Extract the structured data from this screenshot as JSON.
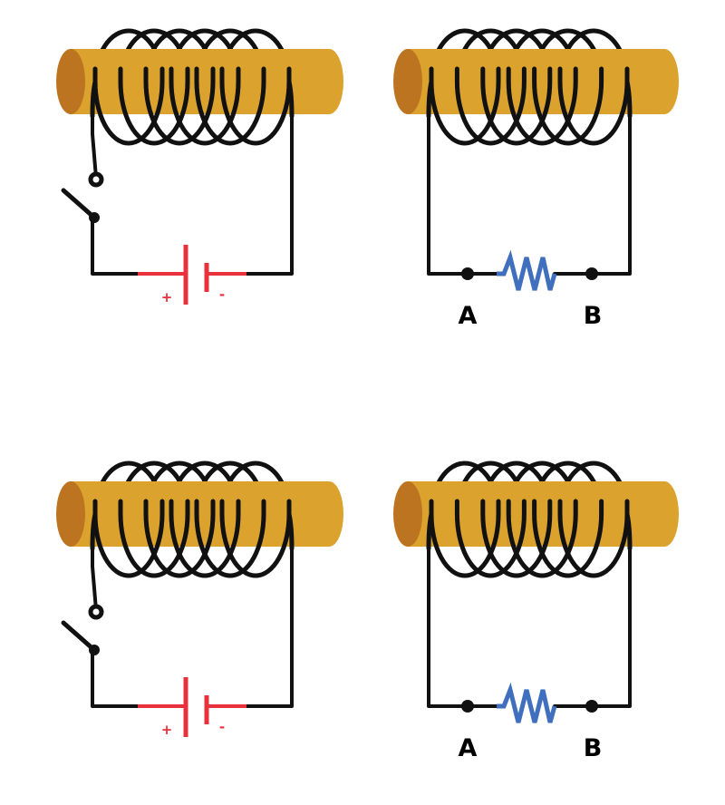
{
  "colors": {
    "rod_body": "#dba22e",
    "rod_end": "#bd7421",
    "wire": "#111111",
    "battery": "#e8313b",
    "resistor": "#3f6fbd",
    "background": "#ffffff"
  },
  "panels": [
    {
      "id": "primary-top",
      "kind": "primary",
      "coil_turns": 6,
      "battery": {
        "plus": "+",
        "minus": "-"
      },
      "switch_state": "open"
    },
    {
      "id": "secondary-top",
      "kind": "secondary",
      "coil_turns": 6,
      "terminals": {
        "a": "A",
        "b": "B"
      }
    },
    {
      "id": "primary-bottom",
      "kind": "primary",
      "coil_turns": 6,
      "battery": {
        "plus": "+",
        "minus": "-"
      },
      "switch_state": "open"
    },
    {
      "id": "secondary-bottom",
      "kind": "secondary",
      "coil_turns": 6,
      "terminals": {
        "a": "A",
        "b": "B"
      }
    }
  ]
}
